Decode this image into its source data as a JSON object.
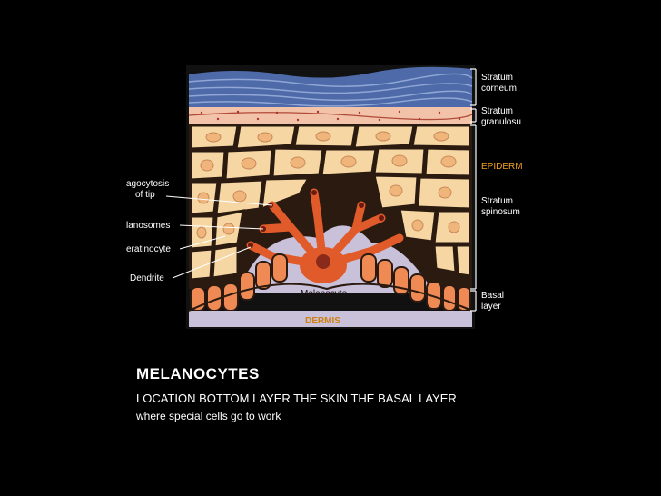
{
  "slide": {
    "title": "MELANOCYTES",
    "subtitle": "LOCATION BOTTOM LAYER THE SKIN THE BASAL LAYER",
    "note": "where special cells go to work"
  },
  "diagram": {
    "right_labels": {
      "corneum_1": "Stratum",
      "corneum_2": "corneum",
      "granulosum_1": "Stratum",
      "granulosum_2": "granulosu",
      "epidermis": "EPIDERM",
      "spinosum_1": "Stratum",
      "spinosum_2": "spinosum",
      "basal_1": "Basal",
      "basal_2": "layer"
    },
    "left_labels": {
      "phago_1": "agocytosis",
      "phago_2": "of tip",
      "melanosomes": "lanosomes",
      "keratinocyte": "eratinocyte",
      "dendrite": "Dendrite"
    },
    "inner_labels": {
      "melanocyte": "Melanocyte",
      "dermis": "DERMIS"
    },
    "colors": {
      "corneum": "#4e6aa8",
      "granulosum": "#f2c3a8",
      "cell_fill": "#f6d7a3",
      "cell_nucleus": "#f0b57a",
      "melanocyte": "#e05a2a",
      "basal_cell": "#f08a55",
      "dermis": "#c9c1da",
      "epidermis_label": "#f0a020",
      "dermis_label": "#d08010"
    }
  }
}
